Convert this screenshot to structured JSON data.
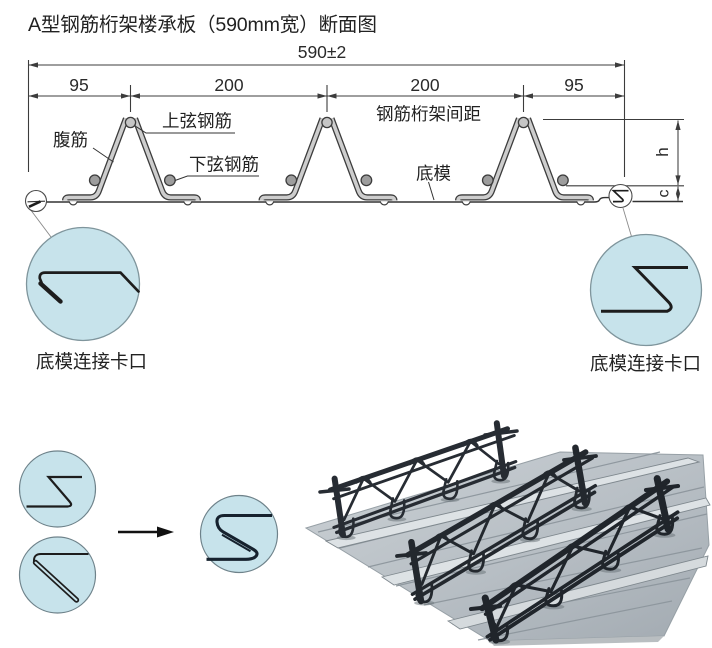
{
  "title": "A型钢筋桁架楼承板（590mm宽）断面图",
  "section_drawing": {
    "overall_width_dim": "590±2",
    "segment_dims": [
      "95",
      "200",
      "200",
      "95"
    ],
    "labels": {
      "web_bar": "腹筋",
      "top_chord": "上弦钢筋",
      "bottom_chord": "下弦钢筋",
      "truss_spacing": "钢筋桁架间距",
      "bottom_form": "底模",
      "height_dim": "h",
      "clearance_dim": "c"
    }
  },
  "details": {
    "left_callout_label": "底模连接卡口",
    "right_callout_label": "底模连接卡口"
  },
  "colors": {
    "background": "#ffffff",
    "line": "#3c3c3c",
    "steel_fill": "#cdcdcd",
    "chord_fill": "#9d9d9d",
    "callout_fill": "#c7e3eb",
    "callout_stroke": "#7f959c",
    "hook_stroke": "#1d1d1d",
    "deck_light": "#d6dbde",
    "deck_dark": "#aab2b8",
    "truss_dark": "#262b31"
  }
}
